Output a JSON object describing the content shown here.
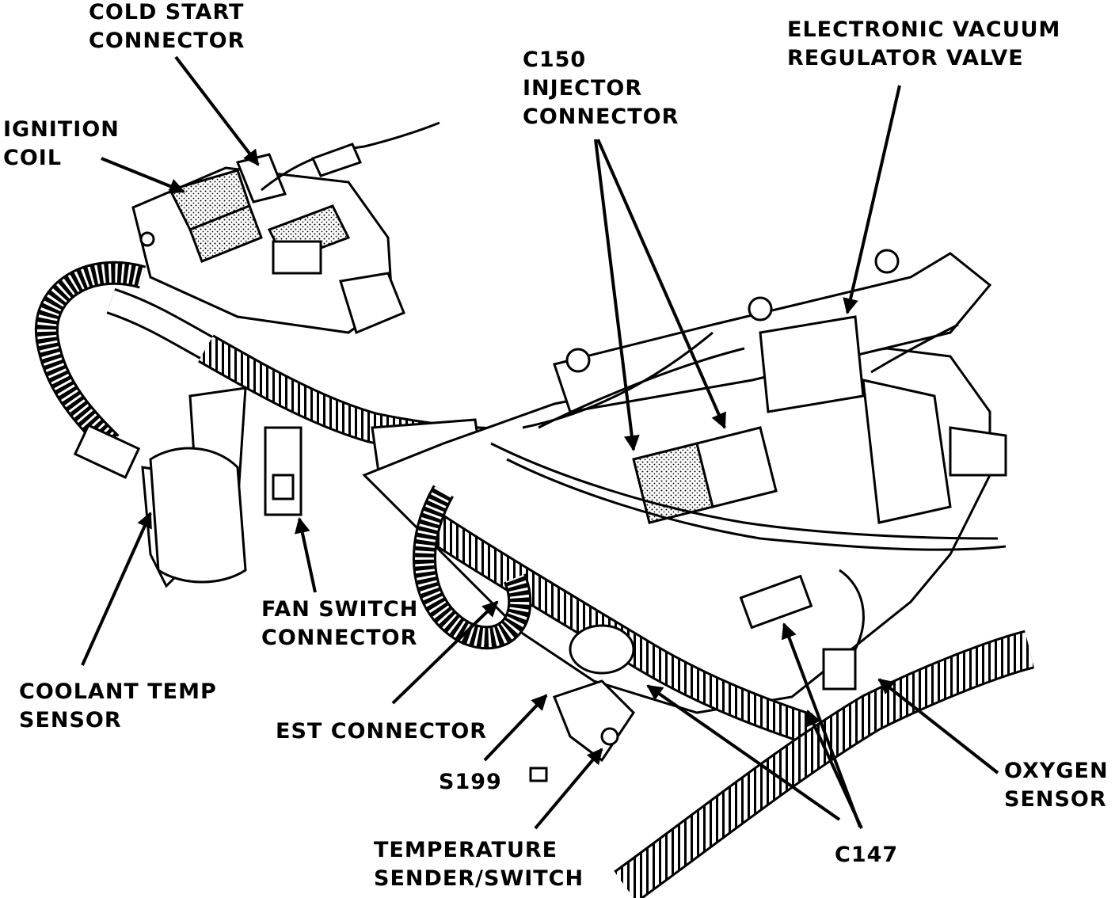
{
  "callouts": {
    "cold_start_connector": [
      "COLD START",
      "CONNECTOR"
    ],
    "ignition_coil": [
      "IGNITION",
      "COIL"
    ],
    "c150_injector_connector": [
      "C150",
      "INJECTOR",
      "CONNECTOR"
    ],
    "electronic_vacuum_regulator_valve": [
      "ELECTRONIC VACUUM",
      "REGULATOR VALVE"
    ],
    "fan_switch_connector": [
      "FAN SWITCH",
      "CONNECTOR"
    ],
    "coolant_temp_sensor": [
      "COOLANT TEMP",
      "SENSOR"
    ],
    "est_connector": [
      "EST CONNECTOR"
    ],
    "s199": [
      "S199"
    ],
    "temperature_sender_switch": [
      "TEMPERATURE",
      "SENDER/SWITCH"
    ],
    "oxygen_sensor": [
      "OXYGEN",
      "SENSOR"
    ],
    "c147": [
      "C147"
    ]
  },
  "colors": {
    "ink": "#000000",
    "paper": "#ffffff"
  }
}
